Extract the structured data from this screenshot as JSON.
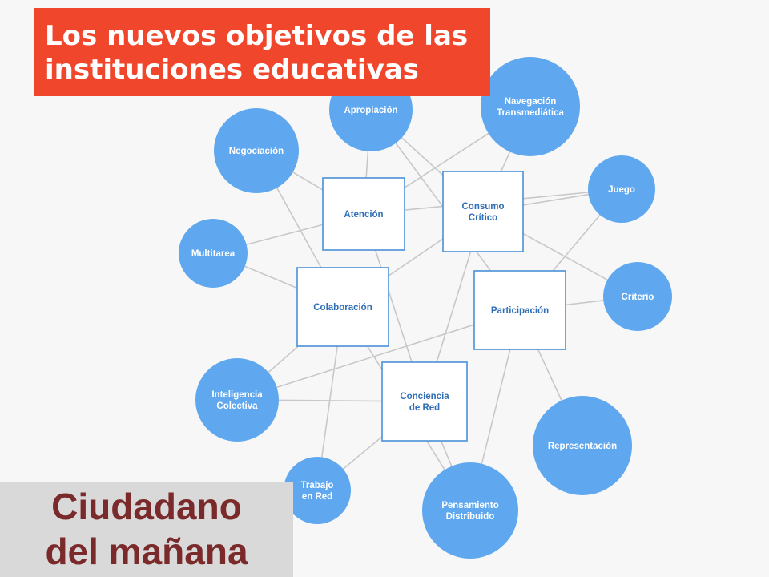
{
  "slide": {
    "title_lines": [
      "Los nuevos objetivos de las",
      "instituciones educativas"
    ],
    "caption_lines": [
      "Ciudadano",
      "del mañana"
    ]
  },
  "colors": {
    "title_bg": "#f0462c",
    "circle_fill": "#5fa8ef",
    "box_border": "#4a90d9",
    "edge": "#c8c8c8",
    "caption_text": "#7a2a2a",
    "caption_bg": "#d9d9d9"
  },
  "diagram": {
    "circles": [
      {
        "id": "apropiacion",
        "label": [
          "Apropiación"
        ]
      },
      {
        "id": "navegacion",
        "label": [
          "Navegación",
          "Transmediática"
        ]
      },
      {
        "id": "negociacion",
        "label": [
          "Negociación"
        ]
      },
      {
        "id": "juego",
        "label": [
          "Juego"
        ]
      },
      {
        "id": "multitarea",
        "label": [
          "Multitarea"
        ]
      },
      {
        "id": "criterio",
        "label": [
          "Criterio"
        ]
      },
      {
        "id": "inteligencia",
        "label": [
          "Inteligencia",
          "Colectiva"
        ]
      },
      {
        "id": "representacion",
        "label": [
          "Representación"
        ]
      },
      {
        "id": "trabajo",
        "label": [
          "Trabajo",
          "en Red"
        ]
      },
      {
        "id": "pensamiento",
        "label": [
          "Pensamiento",
          "Distribuido"
        ]
      }
    ],
    "boxes": [
      {
        "id": "atencion",
        "label": [
          "Atención"
        ]
      },
      {
        "id": "consumo",
        "label": [
          "Consumo",
          "Crítico"
        ]
      },
      {
        "id": "colaboracion",
        "label": [
          "Colaboración"
        ]
      },
      {
        "id": "participacion",
        "label": [
          "Participación"
        ]
      },
      {
        "id": "conciencia",
        "label": [
          "Conciencia",
          "de Red"
        ]
      }
    ],
    "edges": [
      [
        "apropiacion",
        "atencion"
      ],
      [
        "apropiacion",
        "consumo"
      ],
      [
        "apropiacion",
        "participacion"
      ],
      [
        "navegacion",
        "consumo"
      ],
      [
        "navegacion",
        "atencion"
      ],
      [
        "negociacion",
        "atencion"
      ],
      [
        "negociacion",
        "colaboracion"
      ],
      [
        "juego",
        "consumo"
      ],
      [
        "juego",
        "participacion"
      ],
      [
        "juego",
        "atencion"
      ],
      [
        "multitarea",
        "atencion"
      ],
      [
        "multitarea",
        "colaboracion"
      ],
      [
        "criterio",
        "consumo"
      ],
      [
        "criterio",
        "participacion"
      ],
      [
        "inteligencia",
        "colaboracion"
      ],
      [
        "inteligencia",
        "conciencia"
      ],
      [
        "inteligencia",
        "participacion"
      ],
      [
        "representacion",
        "participacion"
      ],
      [
        "trabajo",
        "colaboracion"
      ],
      [
        "trabajo",
        "conciencia"
      ],
      [
        "pensamiento",
        "conciencia"
      ],
      [
        "pensamiento",
        "participacion"
      ],
      [
        "pensamiento",
        "colaboracion"
      ],
      [
        "colaboracion",
        "consumo"
      ],
      [
        "conciencia",
        "consumo"
      ],
      [
        "conciencia",
        "atencion"
      ]
    ]
  }
}
